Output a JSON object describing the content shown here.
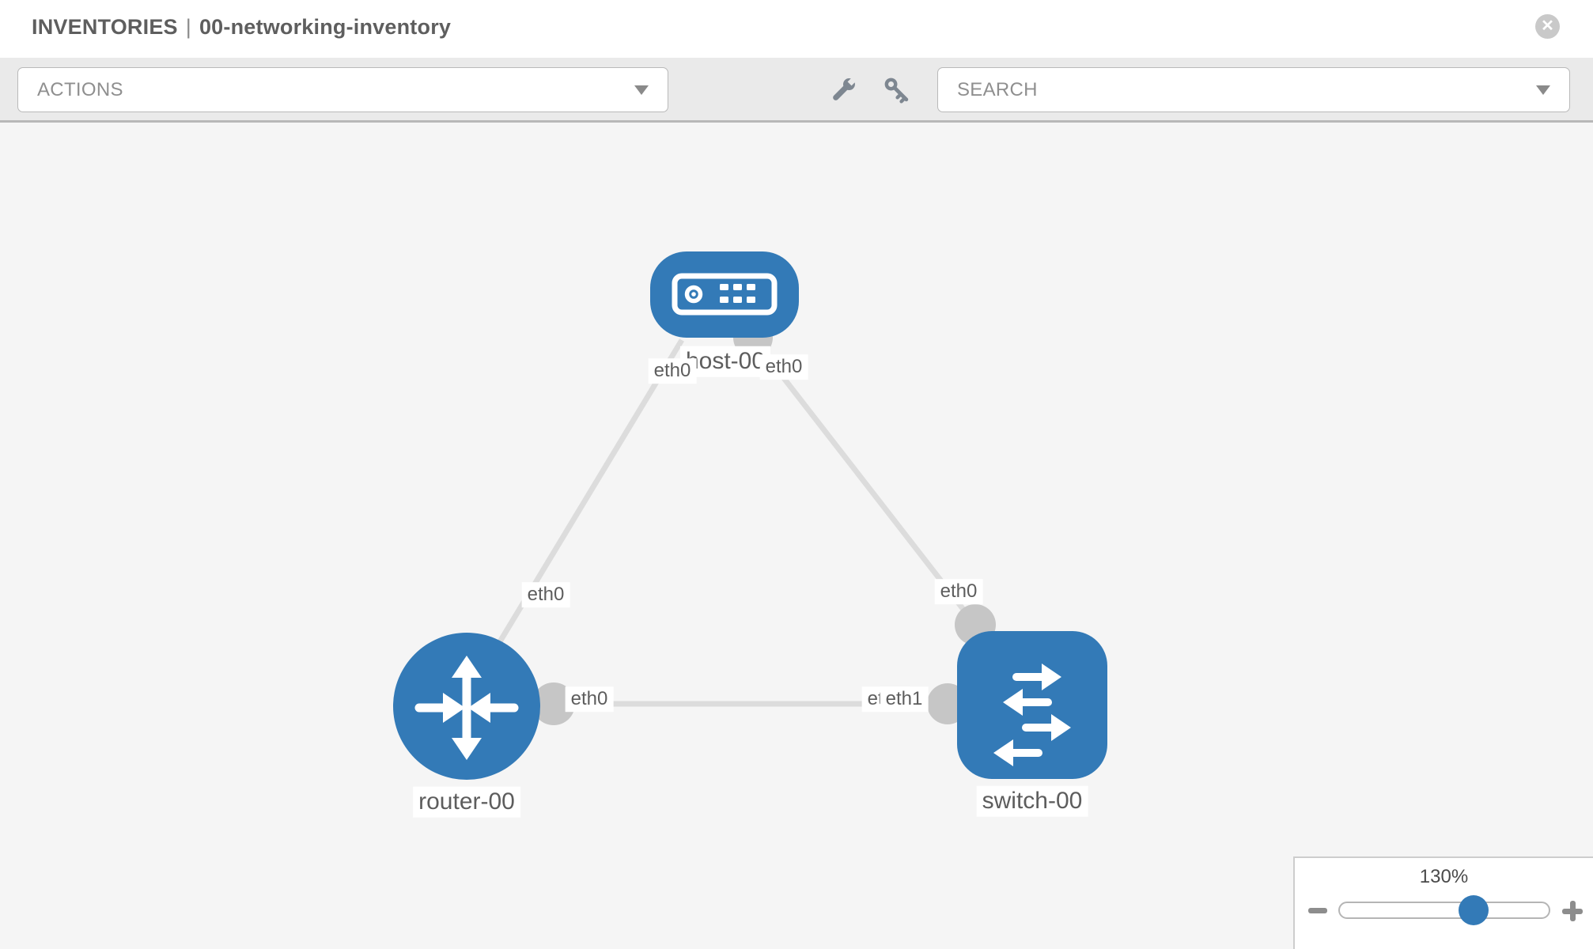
{
  "window": {
    "title_section": "INVENTORIES",
    "title_separator": "|",
    "title_item": "00-networking-inventory",
    "close_symbol": "✕"
  },
  "toolbar": {
    "actions_label": "ACTIONS",
    "search_label": "SEARCH"
  },
  "topology": {
    "nodes": [
      {
        "name": "host-00",
        "type": "host"
      },
      {
        "name": "router-00",
        "type": "router"
      },
      {
        "name": "switch-00",
        "type": "switch"
      }
    ],
    "links": [
      {
        "source": "host-00",
        "target": "router-00",
        "source_interface": "eth0",
        "target_interface": "eth0"
      },
      {
        "source": "host-00",
        "target": "switch-00",
        "source_interface": "eth0",
        "target_interface": "eth0"
      },
      {
        "source": "router-00",
        "target": "switch-00",
        "source_interface": "eth0",
        "target_interface": "eth1"
      }
    ],
    "interface_chips": {
      "host_to_router_at_host": "eth0",
      "host_to_switch_at_host": "eth0",
      "host_to_router_at_router": "eth0",
      "host_to_switch_at_switch": "eth0",
      "router_to_switch_at_router": "eth0",
      "router_to_switch_at_switch_back": "eth0",
      "router_to_switch_at_switch_front": "eth1"
    }
  },
  "zoom_control": {
    "value": "130%",
    "zoom_out_symbol": "−",
    "zoom_in_symbol": "+",
    "slider_percent": 64
  },
  "colors": {
    "node_blue": "#337ab7",
    "edge_gray": "#dcdcdc",
    "interface_dot_gray": "#c6c6c6",
    "toolbar_bg": "#eaeaea",
    "canvas_bg": "#f5f5f5"
  }
}
